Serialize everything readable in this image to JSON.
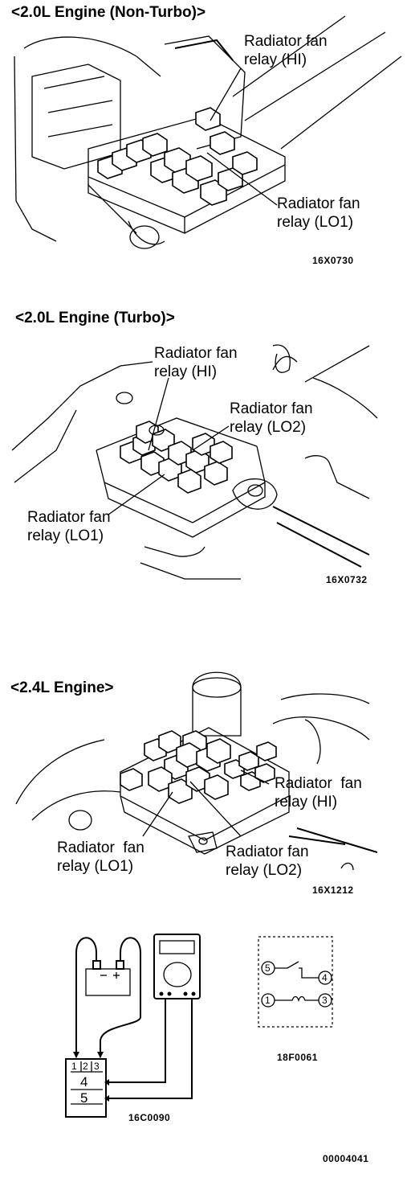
{
  "sections": [
    {
      "heading": "<2.0L Engine  (Non-Turbo)>",
      "labels": [
        "Radiator fan\nrelay (HI)",
        "Radiator fan\nrelay (LO1)"
      ],
      "figure_code": "16X0730"
    },
    {
      "heading": "<2.0L Engine (Turbo)>",
      "labels": [
        "Radiator fan\nrelay (HI)",
        "Radiator fan\nrelay (LO2)",
        "Radiator fan\nrelay (LO1)"
      ],
      "figure_code": "16X0732"
    },
    {
      "heading": "<2.4L Engine>",
      "labels": [
        "Radiator  fan\nrelay (HI)",
        "Radiator  fan\nrelay (LO1)",
        "Radiator fan\nrelay (LO2)"
      ],
      "figure_code": "16X1212"
    }
  ],
  "test_diagram": {
    "terminals": [
      "1",
      "2",
      "3",
      "4",
      "5"
    ],
    "relay_code": "16C0090",
    "circuit_terminals": [
      "5",
      "4",
      "1",
      "3"
    ],
    "circuit_code": "18F0061"
  },
  "document_code": "00004041"
}
